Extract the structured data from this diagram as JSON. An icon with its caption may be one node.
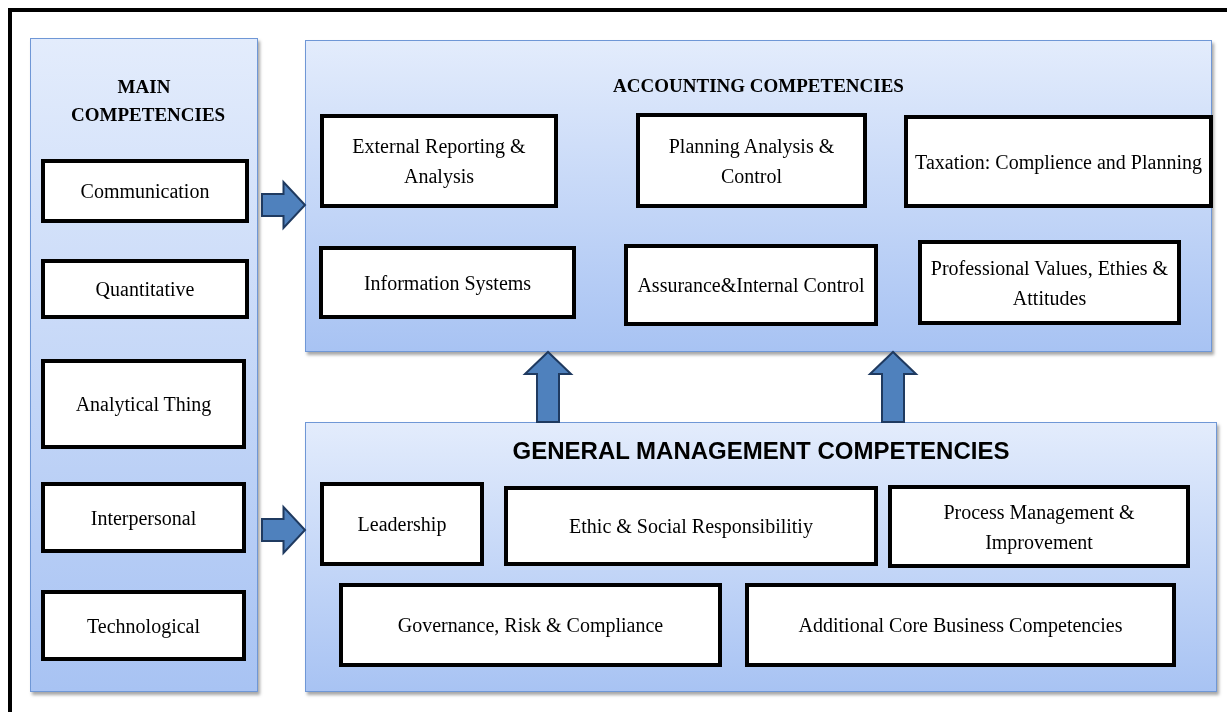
{
  "diagram": {
    "nodes": [
      {
        "text": [
          "MAIN COMPETENCIES"
        ]
      },
      {
        "text": [
          "Communication"
        ],
        "in": 0
      },
      {
        "text": [
          "Quantitative"
        ],
        "in": 0
      },
      {
        "text": [
          "Analytical Thing"
        ],
        "in": 0
      },
      {
        "text": [
          "Interpersonal"
        ],
        "in": 0
      },
      {
        "text": [
          "Technological"
        ],
        "in": 0
      },
      {
        "text": [
          "ACCOUNTING COMPETENCIES"
        ]
      },
      {
        "text": [
          "External Reporting & Analysis"
        ],
        "in": 6
      },
      {
        "text": [
          "Planning Analysis & Control"
        ],
        "in": 6
      },
      {
        "text": [
          "Taxation: Complience and Planning"
        ],
        "in": 6
      },
      {
        "text": [
          "Information Systems"
        ],
        "in": 6
      },
      {
        "text": [
          "Assurance&Internal Control"
        ],
        "in": 6
      },
      {
        "text": [
          "Professional Values, Ethies & Attitudes"
        ],
        "in": 6
      },
      {
        "text": [
          "GENERAL MANAGEMENT COMPETENCIES"
        ]
      },
      {
        "text": [
          "Leadership"
        ],
        "in": 13
      },
      {
        "text": [
          "Ethic & Social Responsibilitiy"
        ],
        "in": 13
      },
      {
        "text": [
          "Process Management & Improvement"
        ],
        "in": 13
      },
      {
        "text": [
          "Governance, Risk & Compliance"
        ],
        "in": 13
      },
      {
        "text": [
          "Additional Core Business Competencies"
        ],
        "in": 13
      }
    ],
    "edges": [
      {
        "from": 0,
        "to": 6,
        "arrow": "to"
      },
      {
        "from": 0,
        "to": 13,
        "arrow": "to"
      },
      {
        "from": 13,
        "to": 6,
        "arrow": "to"
      },
      {
        "from": 13,
        "to": 6,
        "arrow": "to"
      }
    ]
  }
}
